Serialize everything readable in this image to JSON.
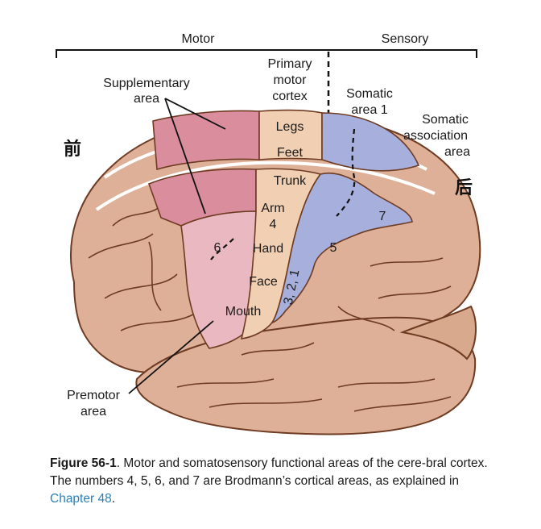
{
  "header": {
    "motor": "Motor",
    "sensory": "Sensory"
  },
  "labels": {
    "supplementary_1": "Supplementary",
    "supplementary_2": "area",
    "primary_1": "Primary",
    "primary_2": "motor",
    "primary_3": "cortex",
    "somatic_1": "Somatic",
    "somatic_2": "area 1",
    "assoc_1": "Somatic",
    "assoc_2": "association",
    "assoc_3": "area",
    "front": "前",
    "back": "后",
    "premotor_1": "Premotor",
    "premotor_2": "area",
    "legs": "Legs",
    "feet": "Feet",
    "trunk": "Trunk",
    "arm": "Arm",
    "n4": "4",
    "hand": "Hand",
    "face": "Face",
    "mouth": "Mouth",
    "n6": "6",
    "n5": "5",
    "n7": "7",
    "n321": "3, 2, 1"
  },
  "caption": {
    "figure_label": "Figure 56-1",
    "text_1": ".  Motor and somatosensory functional areas of the cere-bral cortex. The numbers 4, 5, 6, and 7 are Brodmann’s cortical areas, as explained in ",
    "link": "Chapter 48",
    "text_2": "."
  },
  "colors": {
    "brain": "#deb097",
    "brain_outline": "#6e3b22",
    "pink": "#d98d9d",
    "pink_light": "#e9b8c0",
    "peach": "#f1cfb2",
    "blue": "#a7b0dd"
  }
}
